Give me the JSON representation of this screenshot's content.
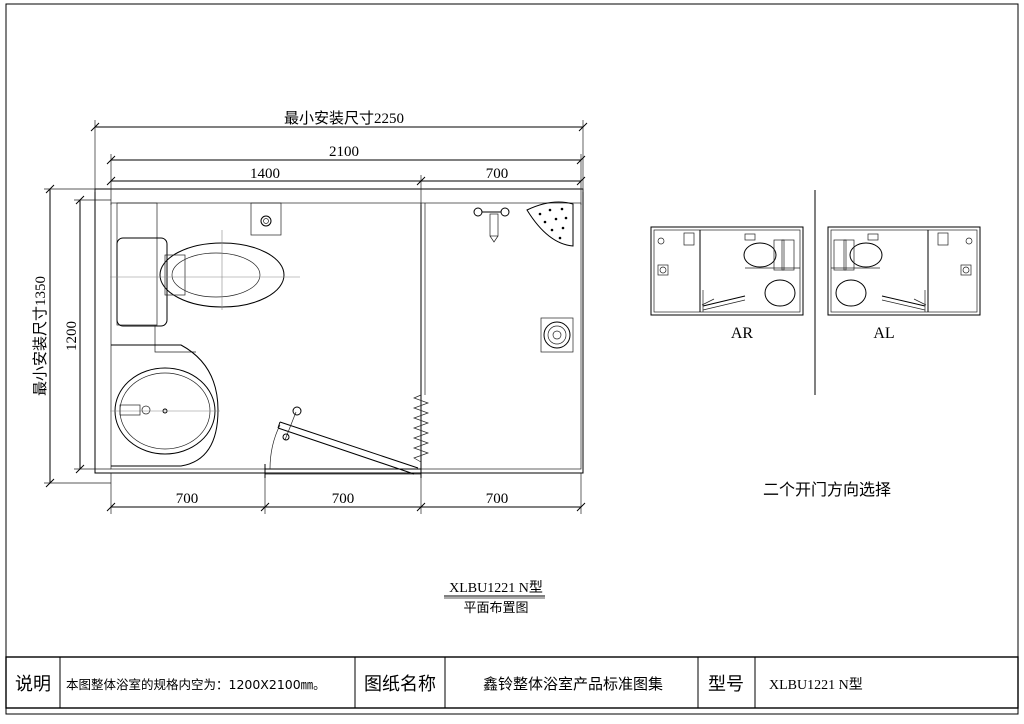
{
  "dimensions": {
    "min_install_width": "最小安装尺寸2250",
    "total_width": "2100",
    "left_width": "1400",
    "right_width": "700",
    "min_install_height": "最小安装尺寸1350",
    "height": "1200",
    "bottom_1": "700",
    "bottom_2": "700",
    "bottom_3": "700"
  },
  "variants": {
    "ar_label": "AR",
    "al_label": "AL",
    "door_choice_note": "二个开门方向选择"
  },
  "caption": {
    "model": "XLBU1221 N型",
    "subtitle": "平面布置图"
  },
  "title_block": {
    "notes_label": "说明",
    "notes_text": "本图整体浴室的规格内空为：1200X2100㎜。",
    "drawing_name_label": "图纸名称",
    "drawing_name": "鑫铃整体浴室产品标准图集",
    "model_label": "型号",
    "model_value": "XLBU1221 N型"
  }
}
